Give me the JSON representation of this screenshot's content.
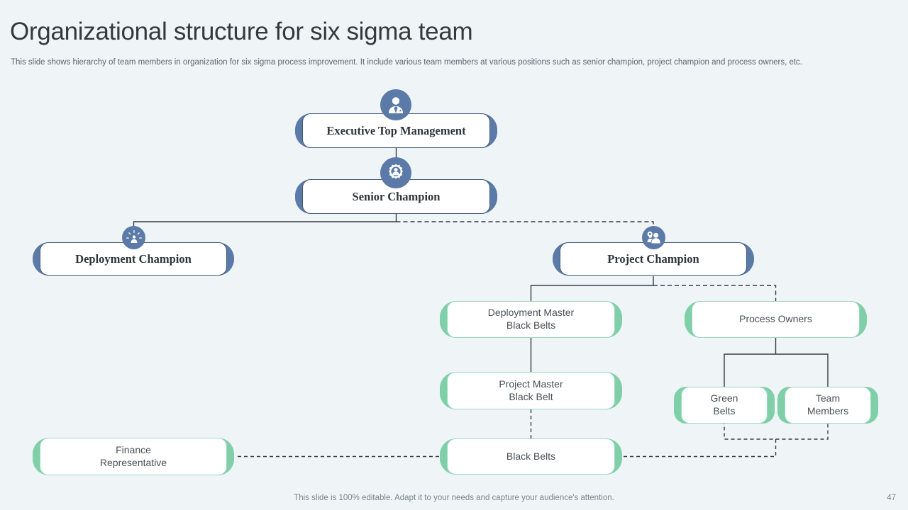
{
  "slide": {
    "title": "Organizational structure for six sigma team",
    "subtitle": "This slide shows hierarchy of team members in organization for six sigma process improvement. It include various team members at various positions such as senior champion, project champion and process owners, etc.",
    "footer_note": "This slide is 100% editable. Adapt it to your needs and capture your audience's attention.",
    "page_number": "47"
  },
  "colors": {
    "background": "#eff4f7",
    "blue_accent": "#5b7aa8",
    "blue_border": "#3f5878",
    "green_accent": "#7fcfa9",
    "green_border": "#9ed9bd",
    "connector": "#333d47",
    "title_text": "#34393d",
    "body_text": "#5d6671",
    "card_background": "#ffffff"
  },
  "chart_data": {
    "type": "diagram",
    "title": "Organizational structure for six sigma team",
    "nodes": [
      {
        "id": "executive",
        "label": "Executive Top Management",
        "level": 0,
        "style": "blue",
        "icon": "businessman-icon"
      },
      {
        "id": "senior",
        "label": "Senior Champion",
        "level": 1,
        "style": "blue",
        "icon": "gear-person-icon"
      },
      {
        "id": "deployment",
        "label": "Deployment Champion",
        "level": 2,
        "style": "blue",
        "icon": "person-network-icon"
      },
      {
        "id": "project",
        "label": "Project Champion",
        "level": 2,
        "style": "blue",
        "icon": "team-gear-icon"
      },
      {
        "id": "depmaster",
        "label": "Deployment Master\nBlack Belts",
        "level": 3,
        "style": "green",
        "icon": null
      },
      {
        "id": "processown",
        "label": "Process Owners",
        "level": 3,
        "style": "green",
        "icon": null
      },
      {
        "id": "projmaster",
        "label": "Project Master\nBlack Belt",
        "level": 4,
        "style": "green",
        "icon": null
      },
      {
        "id": "greenbelts",
        "label": "Green\nBelts",
        "level": 4,
        "style": "green",
        "icon": null
      },
      {
        "id": "teammember",
        "label": "Team\nMembers",
        "level": 4,
        "style": "green",
        "icon": null
      },
      {
        "id": "finance",
        "label": "Finance\nRepresentative",
        "level": 5,
        "style": "green",
        "icon": null
      },
      {
        "id": "blackbelts",
        "label": "Black Belts",
        "level": 5,
        "style": "green",
        "icon": null
      }
    ],
    "edges": [
      {
        "from": "executive",
        "to": "senior",
        "style": "solid"
      },
      {
        "from": "senior",
        "to": "deployment",
        "style": "solid"
      },
      {
        "from": "senior",
        "to": "project",
        "style": "dashed"
      },
      {
        "from": "project",
        "to": "depmaster",
        "style": "solid"
      },
      {
        "from": "project",
        "to": "processown",
        "style": "dashed"
      },
      {
        "from": "depmaster",
        "to": "projmaster",
        "style": "solid"
      },
      {
        "from": "processown",
        "to": "greenbelts",
        "style": "solid"
      },
      {
        "from": "processown",
        "to": "teammember",
        "style": "solid"
      },
      {
        "from": "projmaster",
        "to": "blackbelts",
        "style": "dashed"
      },
      {
        "from": "blackbelts",
        "to": "finance",
        "style": "dashed"
      },
      {
        "from": "blackbelts",
        "to": "greenbelts",
        "style": "dashed"
      },
      {
        "from": "blackbelts",
        "to": "teammember",
        "style": "dashed"
      }
    ]
  },
  "nodes": {
    "executive": {
      "label": "Executive Top Management"
    },
    "senior": {
      "label": "Senior Champion"
    },
    "deployment": {
      "label": "Deployment Champion"
    },
    "project": {
      "label": "Project Champion"
    },
    "depmaster": {
      "line1": "Deployment Master",
      "line2": "Black Belts"
    },
    "processown": {
      "label": "Process Owners"
    },
    "projmaster": {
      "line1": "Project Master",
      "line2": "Black Belt"
    },
    "greenbelts": {
      "line1": "Green",
      "line2": "Belts"
    },
    "teammember": {
      "line1": "Team",
      "line2": "Members"
    },
    "finance": {
      "line1": "Finance",
      "line2": "Representative"
    },
    "blackbelts": {
      "label": "Black Belts"
    }
  }
}
